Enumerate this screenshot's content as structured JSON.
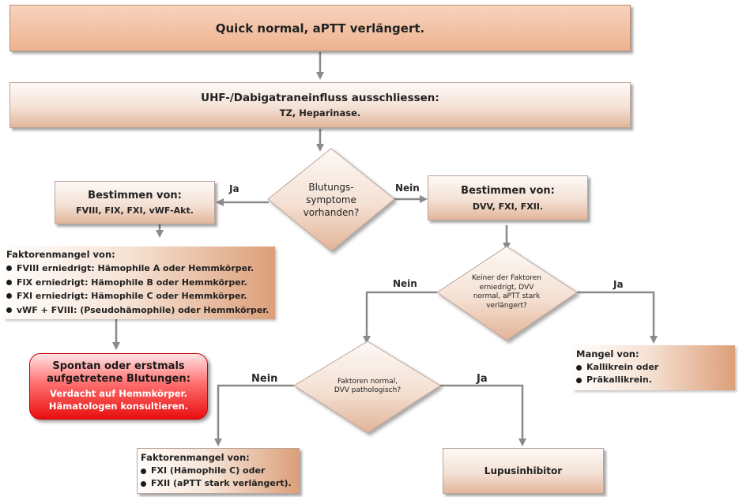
{
  "top": {
    "title": "Quick normal, aPTT verlängert."
  },
  "uhf": {
    "title": "UHF-/Dabigatraneinfluss ausschliessen:",
    "sub": "TZ, Heparinase."
  },
  "bleeding_q": {
    "lines": [
      "Blutungs-",
      "symptome",
      "vorhanden?"
    ]
  },
  "left_det": {
    "title": "Bestimmen von:",
    "sub": "FVIII, FIX, FXI, vWF-Akt."
  },
  "right_det": {
    "title": "Bestimmen von:",
    "sub": "DVV, FXI, FXII."
  },
  "labels": {
    "ja1": "Ja",
    "nein1": "Nein",
    "nein2": "Nein",
    "ja2": "Ja",
    "nein3": "Nein",
    "ja3": "Ja"
  },
  "factor_left": {
    "title": "Faktorenmangel von:",
    "items": [
      "FVIII erniedrigt: Hämophile A oder Hemmkörper.",
      "FIX erniedrigt: Hämophile B oder Hemmkörper.",
      "FXI erniedrigt: Hämophile C oder Hemmkörper.",
      "vWF + FVIII: (Pseudohämophile) oder Hemmkörper."
    ]
  },
  "red": {
    "title": "Spontan oder erstmals",
    "title2": "aufgetretene Blutungen:",
    "line1": "Verdacht auf Hemmkörper.",
    "line2": "Hämatologen konsultieren."
  },
  "q2": {
    "lines": [
      "Keiner der Faktoren",
      "erniedrigt, DVV",
      "normal, aPTT stark",
      "verlängert?"
    ]
  },
  "q3": {
    "lines": [
      "Faktoren normal,",
      "DVV pathologisch?"
    ]
  },
  "mangel": {
    "title": "Mangel von:",
    "items": [
      "Kallikrein oder",
      "Präkallikrein."
    ]
  },
  "factor_bottom": {
    "title": "Faktorenmangel von:",
    "items": [
      "FXI (Hämophile C) oder",
      "FXII (aPTT stark verlängert)."
    ]
  },
  "lupus": {
    "title": "Lupusinhibitor"
  },
  "colors": {
    "arrow": "#8a8a8a",
    "accent": "#e8a57e",
    "alert": "#e80f0f"
  }
}
